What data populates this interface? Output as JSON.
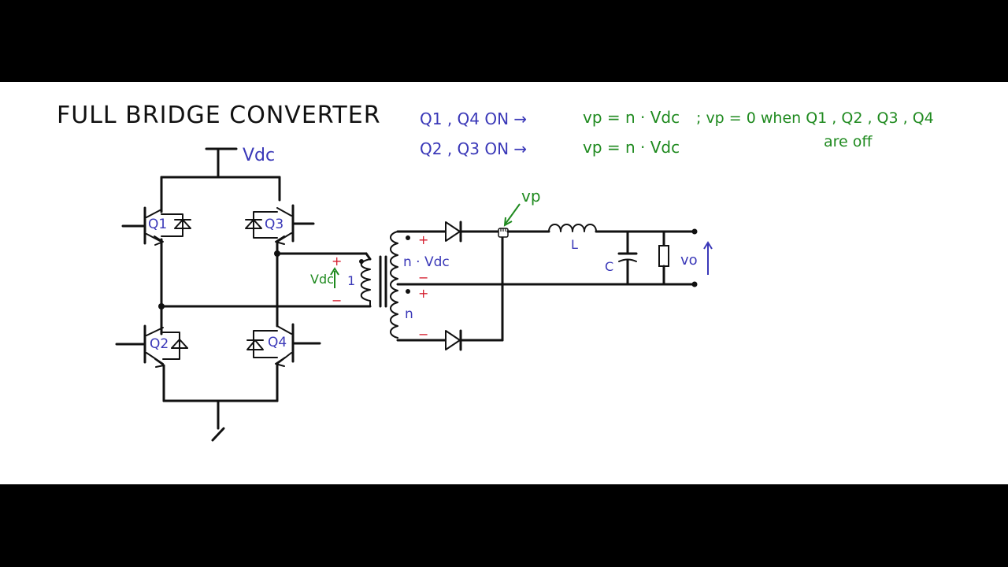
{
  "title": "FULL BRIDGE CONVERTER",
  "supply_label": "Vdc",
  "switches": {
    "q1": "Q1",
    "q2": "Q2",
    "q3": "Q3",
    "q4": "Q4"
  },
  "transformer": {
    "primary_voltage": "Vdc",
    "primary_turns": "1",
    "secondary_voltage": "n · Vdc",
    "secondary_turns": "n",
    "plus": "+",
    "minus": "−"
  },
  "filter": {
    "vp_label": "vp",
    "inductor": "L",
    "capacitor": "C",
    "output": "vo"
  },
  "notes": {
    "line1_switches": "Q1 , Q4  ON →",
    "line1_result": "vp = n · Vdc",
    "line2_switches": "Q2 , Q3  ON →",
    "line2_result": "vp = n · Vdc",
    "off_condition": "; vp = 0  when  Q1 , Q2 , Q3 , Q4",
    "off_condition_2": "are off"
  },
  "colors": {
    "switch_text": "#3a38b8",
    "note_green": "#1f8a1f",
    "polarity_red": "#d41c2c",
    "background": "#000000",
    "board": "#ffffff"
  }
}
